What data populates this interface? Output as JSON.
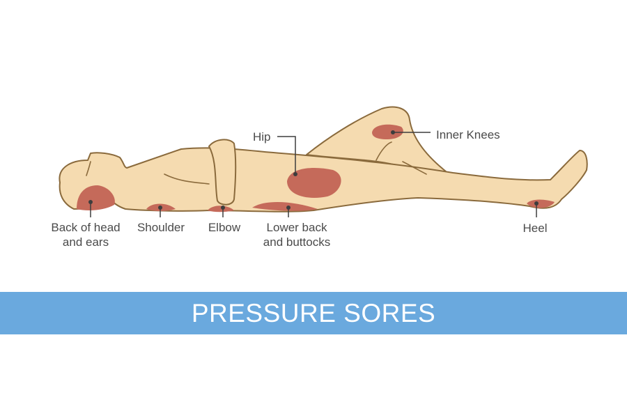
{
  "title": "PRESSURE SORES",
  "colors": {
    "skin": "#f5dbb0",
    "outline": "#8a6a3c",
    "sore": "#c56a5a",
    "pointer": "#3d3d3d",
    "banner": "#6aa9de",
    "label_text": "#4a4a4a"
  },
  "labels": {
    "head": "Back of head\nand ears",
    "shoulder": "Shoulder",
    "elbow": "Elbow",
    "lower_back": "Lower back\nand buttocks",
    "heel": "Heel",
    "hip": "Hip",
    "inner_knees": "Inner Knees"
  }
}
